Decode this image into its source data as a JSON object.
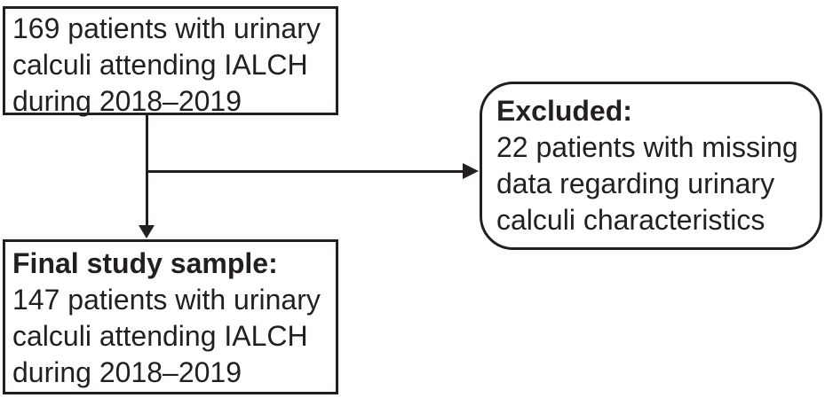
{
  "diagram": {
    "type": "study-flowchart",
    "ink_color": "#231f20",
    "background_color": "#ffffff",
    "boxes": {
      "initial": {
        "lines": {
          "0": "169 patients with urinary",
          "1": "calculi attending IALCH",
          "2": "during 2018–2019"
        }
      },
      "excluded": {
        "heading": "Excluded:",
        "lines": {
          "0": "22 patients with missing",
          "1": "data regarding urinary",
          "2": "calculi characteristics"
        }
      },
      "final": {
        "heading": "Final study sample:",
        "lines": {
          "0": "147 patients with urinary",
          "1": "calculi attending IALCH",
          "2": "during 2018–2019"
        }
      }
    },
    "connectors": {
      "down_arrow": "initial-to-final",
      "right_arrow": "initial-to-excluded"
    }
  }
}
